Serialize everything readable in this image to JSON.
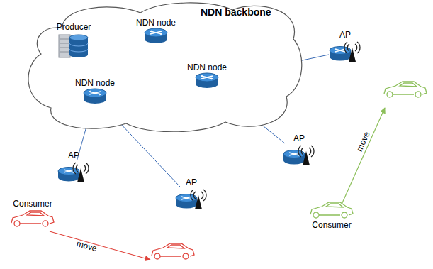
{
  "diagram": {
    "nodes": [
      {
        "text": [
          "NDN backbone"
        ]
      },
      {
        "text": [
          "Producer"
        ],
        "in": 0
      },
      {
        "text": [
          "NDN node"
        ],
        "in": 0
      },
      {
        "text": [
          "NDN node"
        ],
        "in": 0
      },
      {
        "text": [
          "NDN node"
        ],
        "in": 0
      },
      {
        "text": [
          "AP"
        ]
      },
      {
        "text": [
          "AP"
        ]
      },
      {
        "text": [
          "AP"
        ]
      },
      {
        "text": [
          "AP"
        ]
      },
      {
        "text": [
          "Consumer"
        ]
      },
      {
        "text": [
          "Consumer"
        ]
      }
    ],
    "edges": [
      {
        "from": 1,
        "to": 2,
        "arrow": "none"
      },
      {
        "from": 1,
        "to": 3,
        "arrow": "none"
      },
      {
        "from": 1,
        "to": 4,
        "arrow": "none"
      },
      {
        "from": 2,
        "to": 4,
        "arrow": "none"
      },
      {
        "from": 2,
        "to": 3,
        "arrow": "none"
      },
      {
        "from": 3,
        "to": 4,
        "arrow": "none"
      },
      {
        "from": 4,
        "to": 5,
        "arrow": "none"
      },
      {
        "from": 4,
        "to": 8,
        "arrow": "none"
      },
      {
        "from": 3,
        "to": 6,
        "arrow": "none"
      },
      {
        "from": 3,
        "to": 7,
        "arrow": "none"
      }
    ],
    "labels": [
      "move",
      "move"
    ]
  }
}
